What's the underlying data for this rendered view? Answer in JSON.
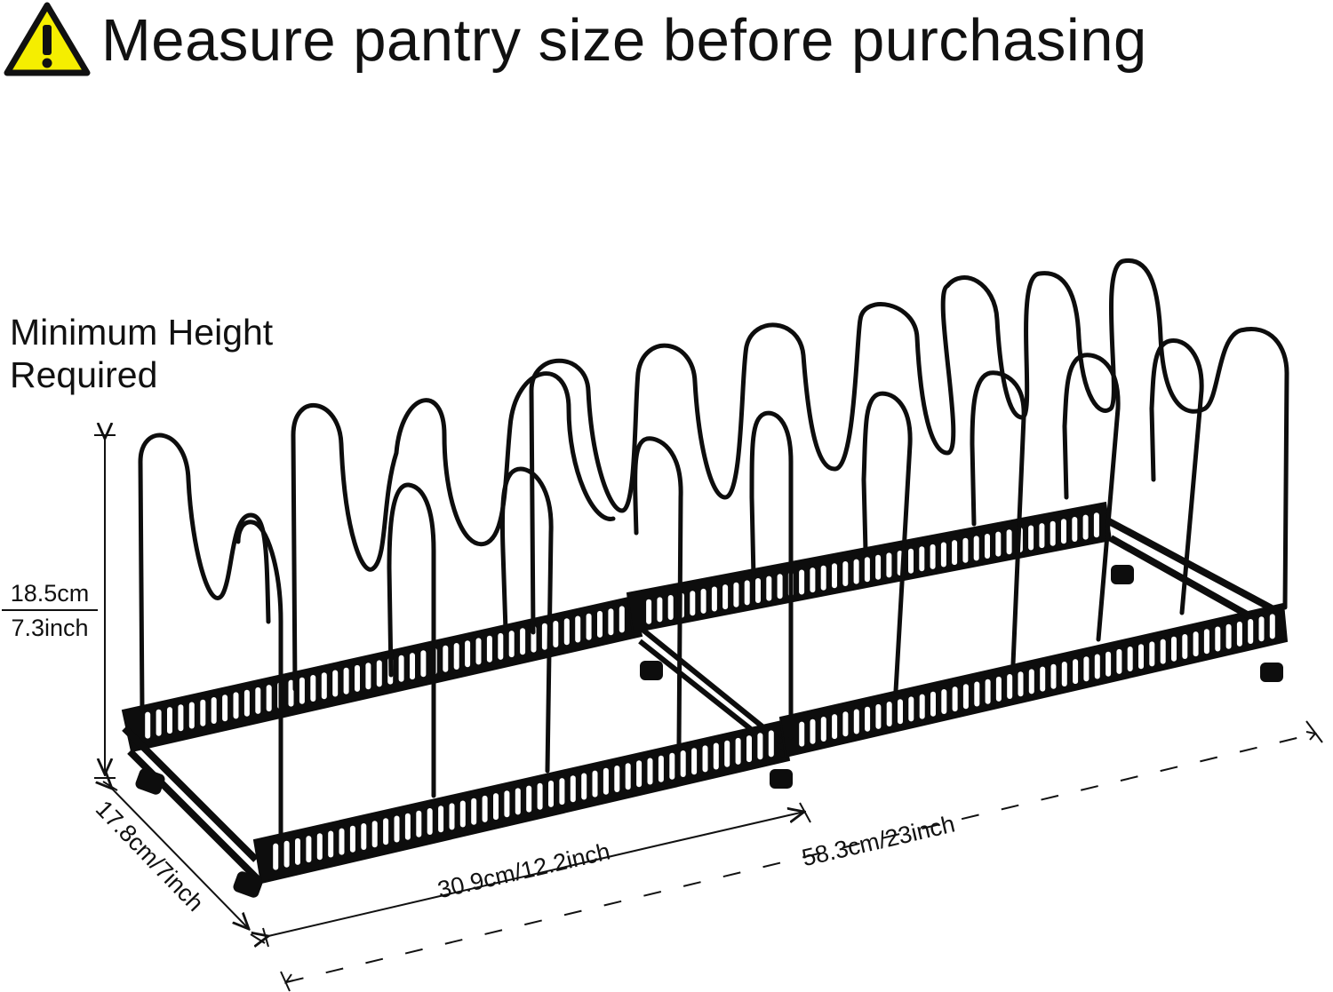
{
  "header": {
    "icon": "warning-triangle-icon",
    "title": "Measure pantry size before purchasing"
  },
  "labels": {
    "min_height_line1": "Minimum Height",
    "min_height_line2": "Required",
    "height_cm": "18.5cm",
    "height_inch": "7.3inch",
    "depth": "17.8cm/7inch",
    "min_length": "30.9cm/12.2inch",
    "max_length": "58.3cm/23inch"
  },
  "colors": {
    "warning_fill": "#f5ee00",
    "rack": "#0d0d0d",
    "text": "#111111"
  }
}
